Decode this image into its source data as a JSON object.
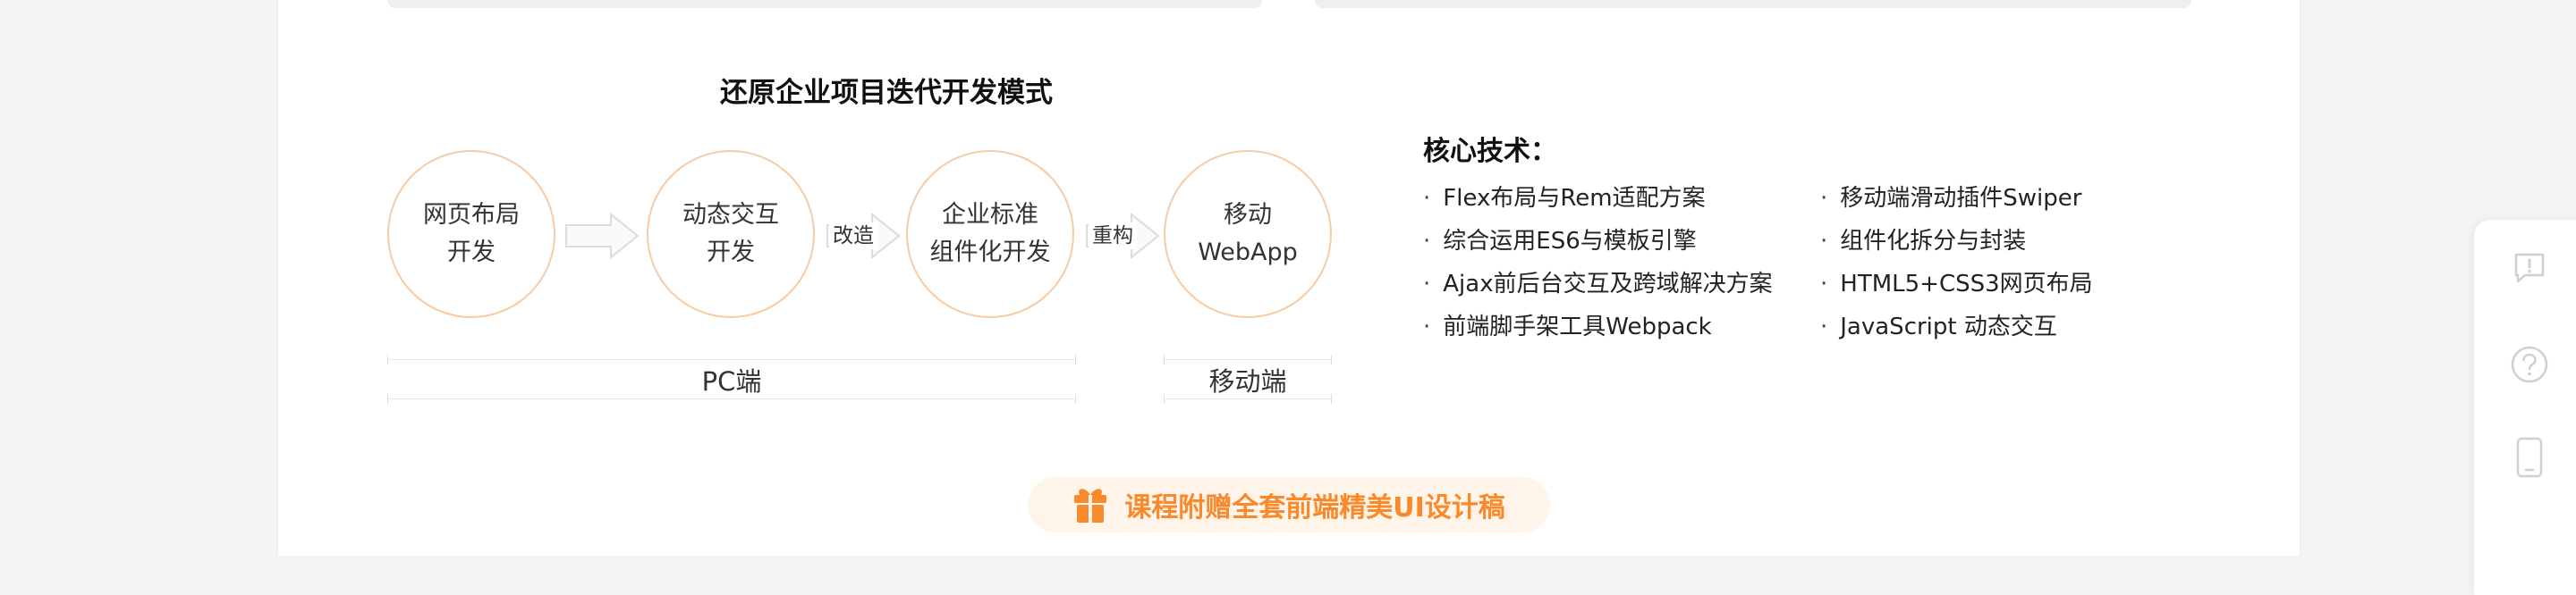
{
  "flow": {
    "title": "还原企业项目迭代开发模式",
    "steps": [
      {
        "label": "网页布局\n开发"
      },
      {
        "label": "动态交互\n开发"
      },
      {
        "label": "企业标准\n组件化开发"
      },
      {
        "label": "移动\nWebApp"
      }
    ],
    "arrow_labels": [
      "改造",
      "重构"
    ],
    "spans": [
      {
        "label": "PC端"
      },
      {
        "label": "移动端"
      }
    ]
  },
  "tech": {
    "title": "核心技术：",
    "col1": [
      "Flex布局与Rem适配方案",
      "综合运用ES6与模板引擎",
      "Ajax前后台交互及跨域解决方案",
      "前端脚手架工具Webpack"
    ],
    "col2": [
      "移动端滑动插件Swiper",
      "组件化拆分与封装",
      "HTML5+CSS3网页布局",
      "JavaScript 动态交互"
    ]
  },
  "promo": {
    "text": "课程附赠全套前端精美UI设计稿",
    "color": "#f98a2b"
  },
  "colors": {
    "accent": "#f98a2b",
    "circle_border": "#f7cba3"
  },
  "side_icons": [
    "feedback-icon",
    "help-icon",
    "mobile-icon"
  ]
}
